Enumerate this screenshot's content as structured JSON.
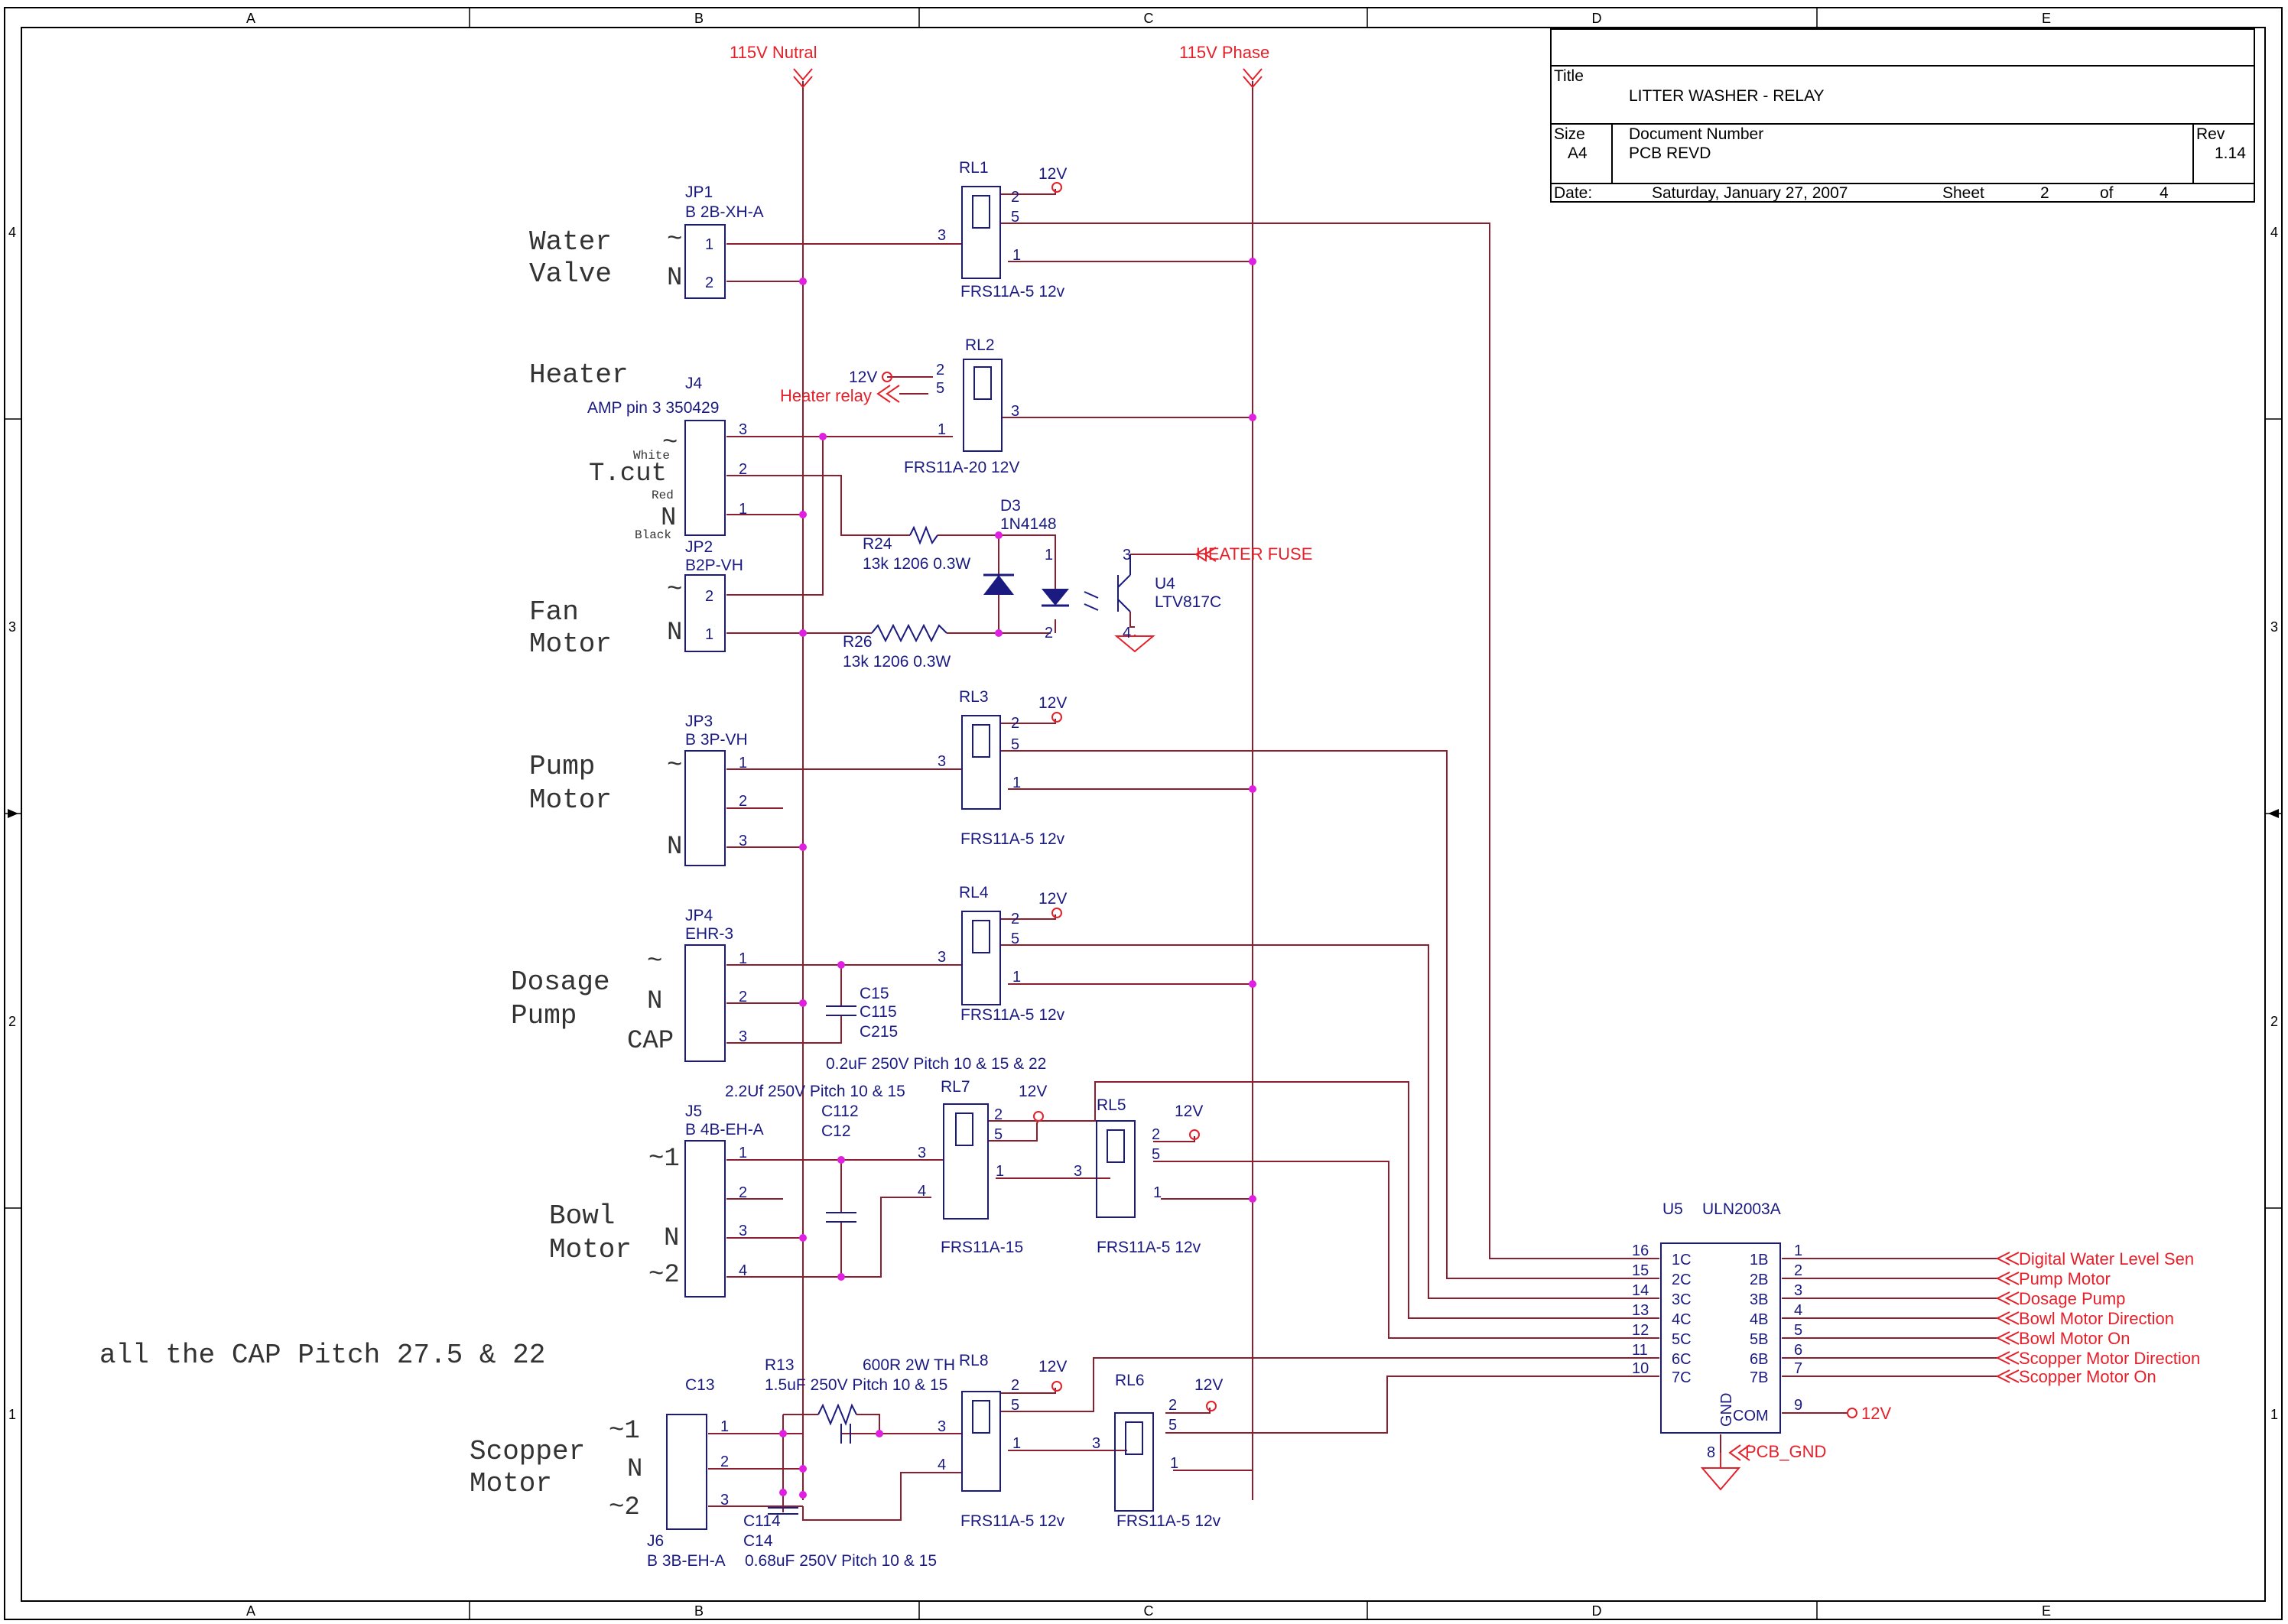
{
  "border": {
    "cols": [
      "A",
      "B",
      "C",
      "D",
      "E"
    ],
    "rows": [
      "4",
      "3",
      "2",
      "1"
    ]
  },
  "title_block": {
    "title_label": "Title",
    "title": "LITTER WASHER - RELAY",
    "size_label": "Size",
    "size": "A4",
    "doc_label": "Document Number",
    "doc_number": "PCB REVD",
    "rev_label": "Rev",
    "rev": "1.14",
    "date_label": "Date:",
    "date": "Saturday, January 27, 2007",
    "sheet_label": "Sheet",
    "sheet": "2",
    "of_label": "of",
    "of": "4"
  },
  "rails": {
    "neutral": "115V Nutral",
    "phase": "115V Phase"
  },
  "loads": {
    "water_valve": [
      "Water",
      "Valve"
    ],
    "heater": "Heater",
    "fan_motor": [
      "Fan",
      "Motor"
    ],
    "pump_motor": [
      "Pump",
      "Motor"
    ],
    "dosage_pump": [
      "Dosage",
      "Pump"
    ],
    "bowl_motor": [
      "Bowl",
      "Motor"
    ],
    "scopper_motor": [
      "Scopper",
      "Motor"
    ]
  },
  "terms": {
    "tilde": "~",
    "n": "N",
    "cap": "CAP",
    "t1": "~1",
    "t2": "~2",
    "tcut": "T.cut",
    "white": "White",
    "red": "Red",
    "black": "Black"
  },
  "connectors": {
    "jp1": {
      "ref": "JP1",
      "part": "B 2B-XH-A"
    },
    "j4": {
      "ref": "J4",
      "part": "AMP pin 3 350429"
    },
    "jp2": {
      "ref": "JP2",
      "part": "B2P-VH"
    },
    "jp3": {
      "ref": "JP3",
      "part": "B 3P-VH"
    },
    "jp4": {
      "ref": "JP4",
      "part": "EHR-3"
    },
    "j5": {
      "ref": "J5",
      "part": "B 4B-EH-A"
    },
    "j6": {
      "ref": "J6",
      "part": "B 3B-EH-A"
    }
  },
  "relays": {
    "rl1": {
      "ref": "RL1",
      "part": "FRS11A-5 12v"
    },
    "rl2": {
      "ref": "RL2",
      "part": "FRS11A-20 12V"
    },
    "rl3": {
      "ref": "RL3",
      "part": "FRS11A-5 12v"
    },
    "rl4": {
      "ref": "RL4",
      "part": "FRS11A-5 12v"
    },
    "rl7": {
      "ref": "RL7",
      "part": "FRS11A-15"
    },
    "rl5": {
      "ref": "RL5",
      "part": "FRS11A-5 12v"
    },
    "rl8": {
      "ref": "RL8",
      "part": "FRS11A-5 12v"
    },
    "rl6": {
      "ref": "RL6",
      "part": "FRS11A-5 12v"
    }
  },
  "pins": {
    "p1": "1",
    "p2": "2",
    "p3": "3",
    "p4": "4",
    "p5": "5"
  },
  "supply": {
    "v12": "12V"
  },
  "heater_relay": "Heater relay",
  "heater_fuse": "HEATER FUSE",
  "parts": {
    "d3": "D3",
    "d3_part": "1N4148",
    "u4": "U4",
    "u4_part": "LTV817C",
    "r24": "R24",
    "r24_val": "13k 1206 0.3W",
    "r26": "R26",
    "r26_val": "13k 1206 0.3W",
    "c15": "C15",
    "c115": "C115",
    "c215": "C215",
    "c15_val": "0.2uF 250V Pitch 10 & 15 & 22",
    "c112_val": "2.2Uf 250V Pitch 10 & 15",
    "c112": "C112",
    "c12": "C12",
    "r13": "R13",
    "r13_val": "600R 2W TH",
    "c13": "C13",
    "c13_val": "1.5uF 250V Pitch 10 & 15",
    "c114": "C114",
    "c14": "C14",
    "c14_val": "0.68uF 250V Pitch 10 & 15"
  },
  "note": "all the CAP Pitch 27.5 & 22",
  "u5": {
    "ref": "U5",
    "part": "ULN2003A",
    "left_nums": [
      "16",
      "15",
      "14",
      "13",
      "12",
      "11",
      "10"
    ],
    "left_names": [
      "1C",
      "2C",
      "3C",
      "4C",
      "5C",
      "6C",
      "7C"
    ],
    "right_names": [
      "1B",
      "2B",
      "3B",
      "4B",
      "5B",
      "6B",
      "7B"
    ],
    "right_nums": [
      "1",
      "2",
      "3",
      "4",
      "5",
      "6",
      "7"
    ],
    "gnd": "GND",
    "com": "COM",
    "com_pin": "9",
    "gnd_pin": "8"
  },
  "ports": [
    "Digital Water Level Sen",
    "Pump Motor",
    "Dosage Pump",
    "Bowl Motor Direction",
    "Bowl Motor On",
    "Scopper Motor Direction",
    "Scopper Motor On"
  ],
  "pcb_gnd": "PCB_GND",
  "colors": {
    "wire": "#8b1e2f",
    "part": "#1a1a80",
    "net": "#e4202a",
    "junction": "#e020e0"
  }
}
